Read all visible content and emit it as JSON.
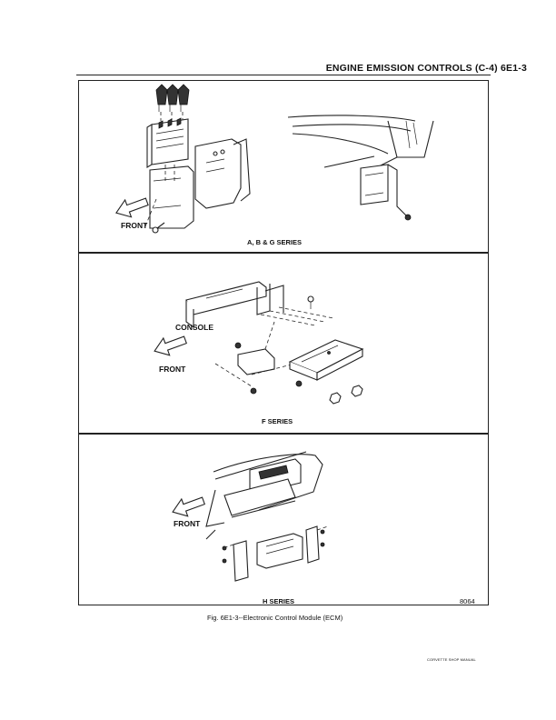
{
  "header": {
    "title": "ENGINE EMISSION CONTROLS (C-4)   6E1-3"
  },
  "panels": {
    "top": {
      "caption": "A, B & G SERIES",
      "front_label": "FRONT"
    },
    "middle": {
      "caption": "F  SERIES",
      "console_label": "CONSOLE",
      "front_label": "FRONT"
    },
    "bottom": {
      "caption": "H  SERIES",
      "front_label": "FRONT"
    }
  },
  "figure_number": "8064",
  "figure_caption": "Fig. 6E1-3--Electronic Control Module (ECM)",
  "footer": "CORVETTE SHOP MANUAL"
}
